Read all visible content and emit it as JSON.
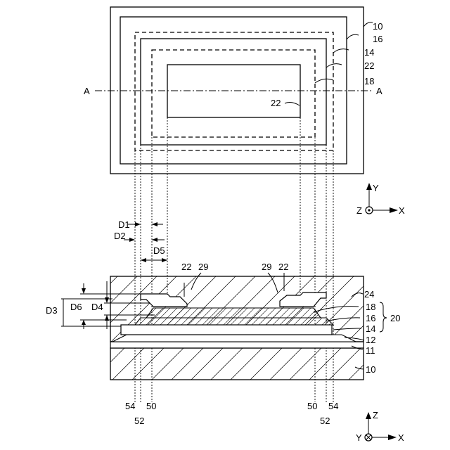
{
  "top_view": {
    "section_mark_left": "A",
    "section_mark_right": "A",
    "labels": [
      "10",
      "16",
      "14",
      "22",
      "18"
    ],
    "inner_label": "22"
  },
  "axes_top": {
    "y": "Y",
    "z": "Z",
    "x": "X"
  },
  "dimensions": {
    "d1": "D1",
    "d2": "D2",
    "d5": "D5",
    "d3": "D3",
    "d6": "D6",
    "d4": "D4"
  },
  "cross_section": {
    "top_labels": [
      "22",
      "29",
      "29",
      "22"
    ],
    "right_labels": [
      "24",
      "18",
      "16",
      "14",
      "12",
      "11",
      "10"
    ],
    "group_label": "20"
  },
  "bottom_refs": {
    "left_top": [
      "54",
      "50"
    ],
    "left_bottom": "52",
    "right_top": [
      "50",
      "54"
    ],
    "right_bottom": "52"
  },
  "axes_bottom": {
    "z": "Z",
    "y": "Y",
    "x": "X"
  }
}
